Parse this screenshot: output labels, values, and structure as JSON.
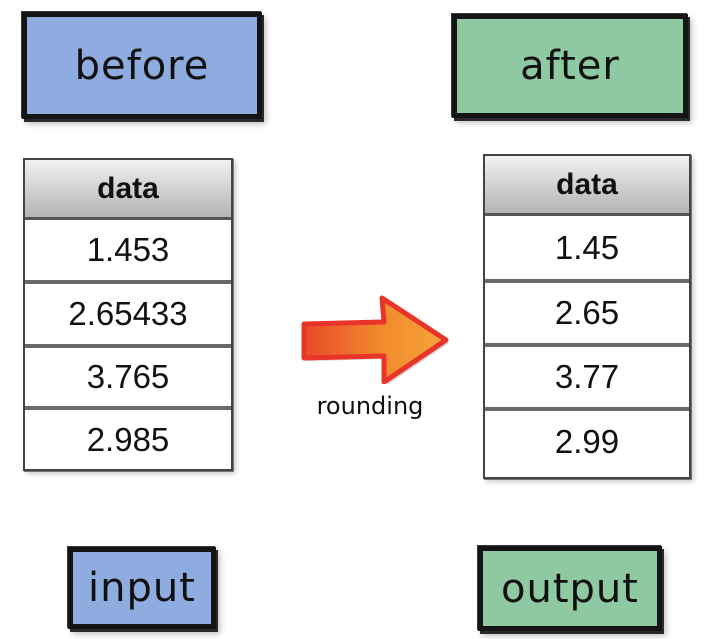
{
  "labels": {
    "before": "before",
    "after": "after",
    "input": "input",
    "output": "output"
  },
  "arrow": {
    "label": "rounding",
    "fill_color": "#f08a2c",
    "edge_color": "#e8342a"
  },
  "input_table": {
    "header": "data",
    "rows": [
      "1.453",
      "2.65433",
      "3.765",
      "2.985"
    ]
  },
  "output_table": {
    "header": "data",
    "rows": [
      "1.45",
      "2.65",
      "3.77",
      "2.99"
    ]
  },
  "colors": {
    "blue_box": "#8eacdf",
    "green_box": "#8fc9a2"
  }
}
